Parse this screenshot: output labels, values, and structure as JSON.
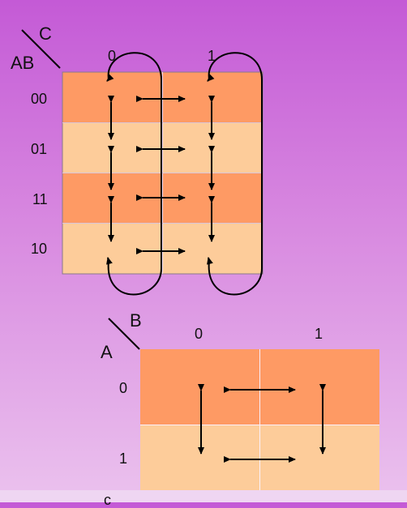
{
  "kmap3": {
    "var_top": "C",
    "var_left": "AB",
    "col_labels": [
      "0",
      "1"
    ],
    "row_labels": [
      "00",
      "01",
      "11",
      "10"
    ],
    "row_colors": [
      "#fe9a64",
      "#fdcc9a",
      "#fe9a64",
      "#fdcc9a"
    ]
  },
  "kmap2": {
    "var_top": "B",
    "var_left": "A",
    "col_labels": [
      "0",
      "1"
    ],
    "row_labels": [
      "0",
      "1"
    ],
    "row_colors": [
      "#fe9a64",
      "#fdcc9a"
    ]
  },
  "footer": {
    "partial_text": "c"
  }
}
